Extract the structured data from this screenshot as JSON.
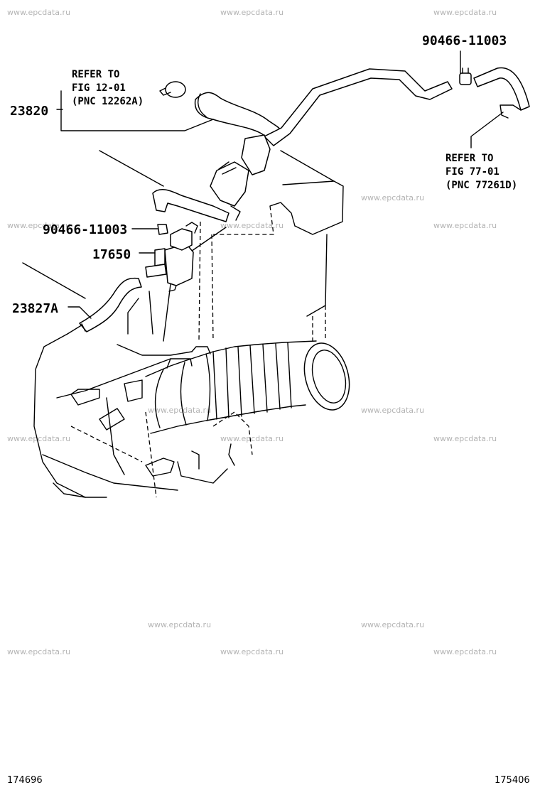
{
  "watermark": "www.epcdata.ru",
  "parts": {
    "p23820": "23820",
    "p90466_top": "90466-11003",
    "p90466_mid": "90466-11003",
    "p17650": "17650",
    "p23827A": "23827A"
  },
  "refs": {
    "left": {
      "line1": "REFER TO",
      "line2": "FIG 12-01",
      "line3": "(PNC 12262A)"
    },
    "right": {
      "line1": "REFER TO",
      "line2": "FIG 77-01",
      "line3": "(PNC 77261D)"
    }
  },
  "footer": {
    "left_code": "174696",
    "right_code": "175406"
  }
}
